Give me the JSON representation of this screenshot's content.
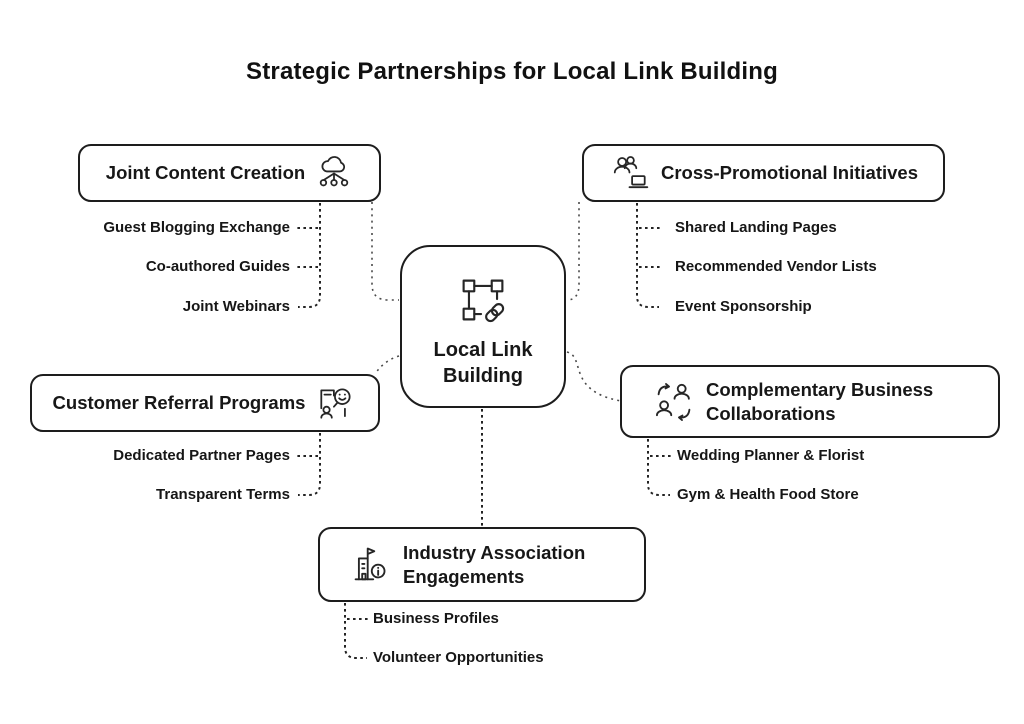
{
  "title": "Strategic Partnerships for Local Link Building",
  "center": {
    "label": "Local Link Building",
    "icon": "link-frame-icon"
  },
  "nodes": [
    {
      "id": "joint-content-creation",
      "label": "Joint Content Creation",
      "icon": "cloud-network-icon",
      "items": [
        "Guest Blogging Exchange",
        "Co-authored Guides",
        "Joint Webinars"
      ]
    },
    {
      "id": "cross-promotional-initiatives",
      "label": "Cross-Promotional Initiatives",
      "icon": "users-device-icon",
      "items": [
        "Shared Landing Pages",
        "Recommended Vendor Lists",
        "Event Sponsorship"
      ]
    },
    {
      "id": "customer-referral-programs",
      "label": "Customer Referral Programs",
      "icon": "referral-feedback-icon",
      "items": [
        "Dedicated Partner Pages",
        "Transparent Terms"
      ]
    },
    {
      "id": "complementary-business-collaborations",
      "label": "Complementary Business Collaborations",
      "icon": "people-exchange-icon",
      "items": [
        "Wedding Planner & Florist",
        "Gym & Health Food Store"
      ]
    },
    {
      "id": "industry-association-engagements",
      "label": "Industry Association Engagements",
      "icon": "building-info-icon",
      "items": [
        "Business Profiles",
        "Volunteer Opportunities"
      ]
    }
  ],
  "colors": {
    "ink": "#1d1d1d",
    "background": "#ffffff",
    "connector": "#232323"
  }
}
